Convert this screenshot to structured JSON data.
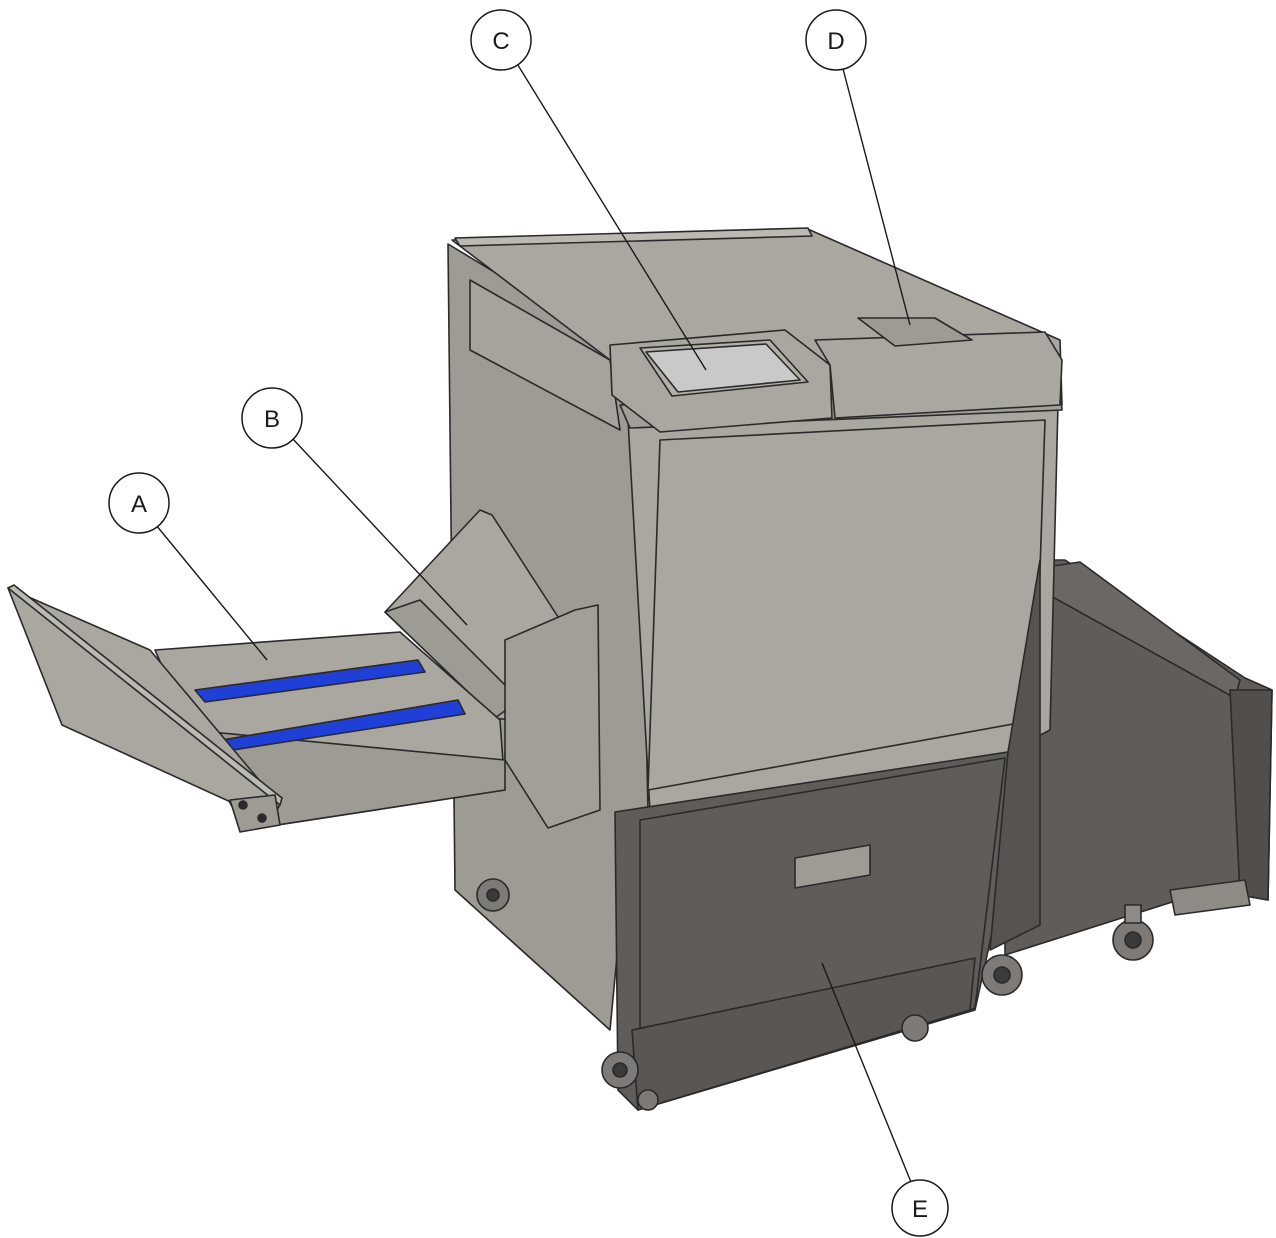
{
  "callouts": [
    {
      "id": "A",
      "label": "A"
    },
    {
      "id": "B",
      "label": "B"
    },
    {
      "id": "C",
      "label": "C"
    },
    {
      "id": "D",
      "label": "D"
    },
    {
      "id": "E",
      "label": "E"
    }
  ],
  "colors": {
    "body_light": "#aaa6a0",
    "body_mid": "#9e9a94",
    "body_dark": "#605c5a",
    "body_darker": "#524e4c",
    "belt": "#1f3fd6",
    "screen": "#c9c9c9",
    "outline": "#2a2a2a"
  }
}
